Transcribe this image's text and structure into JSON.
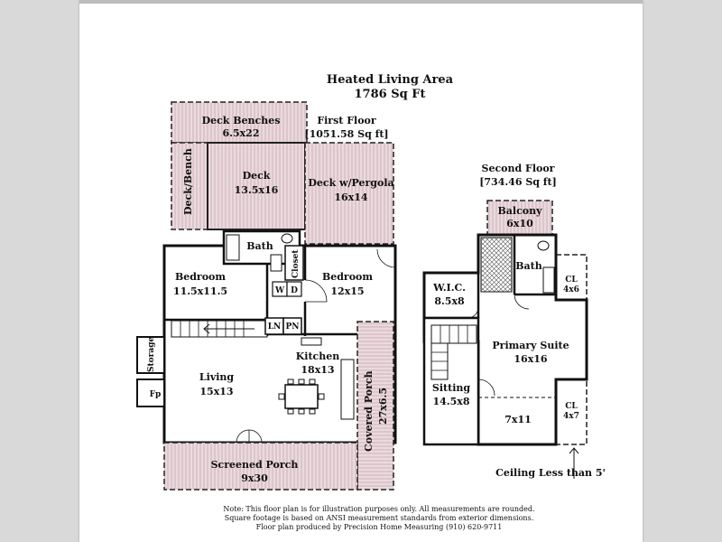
{
  "header": {
    "title": "Heated Living Area",
    "total_area": "1786 Sq Ft"
  },
  "first_floor": {
    "title": "First Floor",
    "area": "[1051.58 Sq ft]",
    "rooms": {
      "deck_benches": {
        "name": "Deck Benches",
        "dims": "6.5x22"
      },
      "deck_bench": {
        "name": "Deck/Bench"
      },
      "deck": {
        "name": "Deck",
        "dims": "13.5x16"
      },
      "deck_pergola": {
        "name": "Deck w/Pergola",
        "dims": "16x14"
      },
      "bath": {
        "name": "Bath"
      },
      "closet": {
        "name": "Closet"
      },
      "bedroom_left": {
        "name": "Bedroom",
        "dims": "11.5x11.5"
      },
      "bedroom_right": {
        "name": "Bedroom",
        "dims": "12x15"
      },
      "washer": {
        "name": "W"
      },
      "dryer": {
        "name": "D"
      },
      "linen": {
        "name": "LN"
      },
      "pantry": {
        "name": "PN"
      },
      "storage": {
        "name": "Storage"
      },
      "fireplace": {
        "name": "Fp"
      },
      "living": {
        "name": "Living",
        "dims": "15x13"
      },
      "kitchen": {
        "name": "Kitchen",
        "dims": "18x13"
      },
      "covered_porch": {
        "name": "Covered Porch",
        "dims": "27x6.5"
      },
      "screened_porch": {
        "name": "Screened Porch",
        "dims": "9x30"
      }
    }
  },
  "second_floor": {
    "title": "Second Floor",
    "area": "[734.46 Sq ft]",
    "rooms": {
      "balcony": {
        "name": "Balcony",
        "dims": "6x10"
      },
      "bath": {
        "name": "Bath"
      },
      "wic": {
        "name": "W.I.C.",
        "dims": "8.5x8"
      },
      "closet_top": {
        "name": "CL",
        "dims": "4x6"
      },
      "primary_suite": {
        "name": "Primary Suite",
        "dims": "16x16"
      },
      "sitting": {
        "name": "Sitting",
        "dims": "14.5x8"
      },
      "closet_bottom": {
        "name": "CL",
        "dims": "4x7"
      },
      "low_area": {
        "dims": "7x11"
      }
    },
    "ceiling_note": "Ceiling Less than 5'"
  },
  "footer": {
    "line1": "Note: This floor plan is for illustration purposes only. All measurements are rounded.",
    "line2": "Square footage is based on ANSI measurement standards from exterior dimensions.",
    "line3": "Floor plan produced by Precision Home Measuring (910) 620-9711"
  },
  "colors": {
    "deck_fill": "#ead9dd",
    "wall": "#111111",
    "paper": "#ffffff"
  }
}
